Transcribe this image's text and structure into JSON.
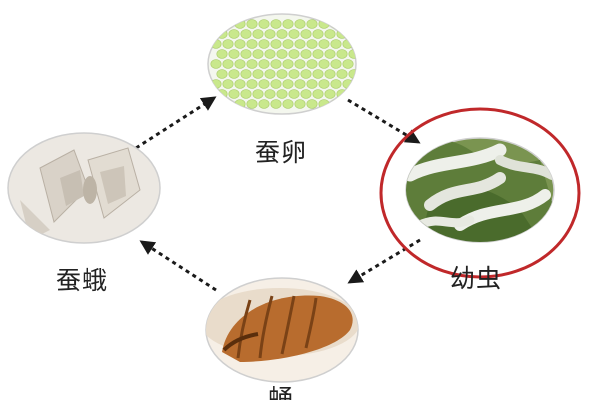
{
  "diagram": {
    "stages": [
      {
        "id": "egg",
        "label": "蚕卵"
      },
      {
        "id": "larva",
        "label": "幼虫"
      },
      {
        "id": "pupa",
        "label": "蛹"
      },
      {
        "id": "moth",
        "label": "蚕蛾"
      }
    ],
    "highlighted_stage": "larva",
    "colors": {
      "highlight_ring": "#c0282a",
      "arrow": "#1a1a1a",
      "egg": "#c9e88c",
      "larva_leaf": "#5e7d3a",
      "larva_worm": "#eef0ea",
      "pupa": "#b86c2e",
      "moth": "#d9d2c8"
    },
    "icons": [
      "silkworm-eggs-photo",
      "silkworm-larvae-photo",
      "silkworm-pupa-photo",
      "silk-moth-photo"
    ]
  }
}
